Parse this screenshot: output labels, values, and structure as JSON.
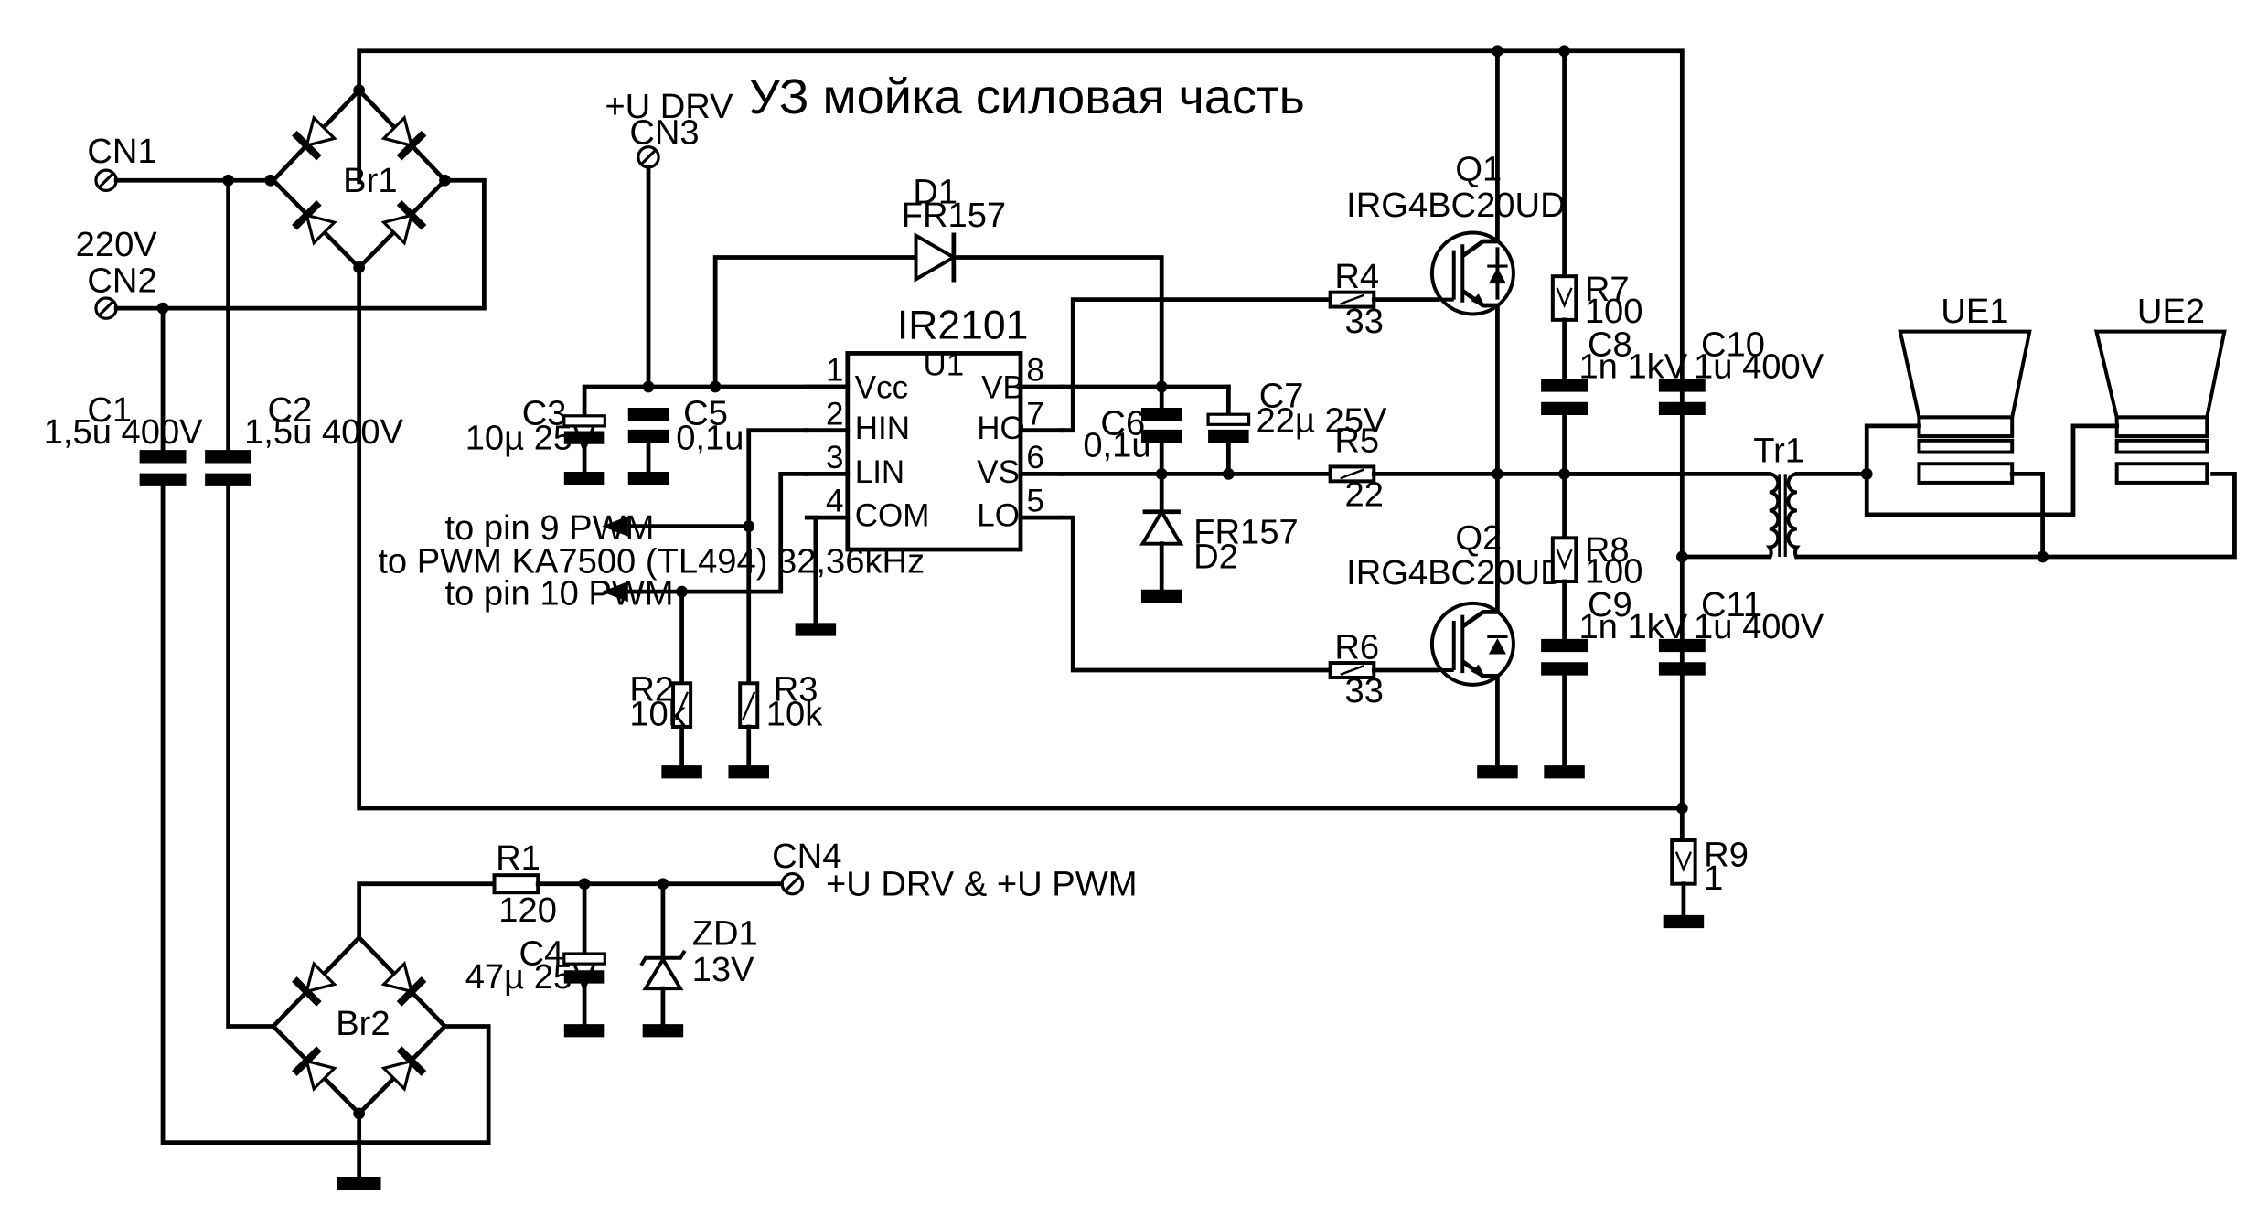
{
  "title": "УЗ мойка силовая часть",
  "connectors": {
    "cn1": "CN1",
    "cn2": "CN2",
    "mains": "220V",
    "cn3": "CN3",
    "cn3_net": "+U DRV",
    "cn4": "CN4",
    "cn4_net": "+U DRV & +U PWM"
  },
  "bridges": {
    "br1": "Br1",
    "br2": "Br2"
  },
  "capacitors": {
    "c1": {
      "ref": "C1",
      "value": "1,5u 400V"
    },
    "c2": {
      "ref": "C2",
      "value": "1,5u 400V"
    },
    "c3": {
      "ref": "C3",
      "value": "10µ 25V"
    },
    "c4": {
      "ref": "C4",
      "value": "47µ 25V"
    },
    "c5": {
      "ref": "C5",
      "value": "0,1u"
    },
    "c6": {
      "ref": "C6",
      "value": "0,1u"
    },
    "c7": {
      "ref": "C7",
      "value": "22µ 25V"
    },
    "c8": {
      "ref": "C8",
      "value": "1n 1kV"
    },
    "c9": {
      "ref": "C9",
      "value": "1n 1kV"
    },
    "c10": {
      "ref": "C10",
      "value": "1u 400V"
    },
    "c11": {
      "ref": "C11",
      "value": "1u 400V"
    }
  },
  "resistors": {
    "r1": {
      "ref": "R1",
      "value": "120"
    },
    "r2": {
      "ref": "R2",
      "value": "10k"
    },
    "r3": {
      "ref": "R3",
      "value": "10k"
    },
    "r4": {
      "ref": "R4",
      "value": "33"
    },
    "r5": {
      "ref": "R5",
      "value": "22"
    },
    "r6": {
      "ref": "R6",
      "value": "33"
    },
    "r7": {
      "ref": "R7",
      "value": "100"
    },
    "r8": {
      "ref": "R8",
      "value": "100"
    },
    "r9": {
      "ref": "R9",
      "value": "1"
    }
  },
  "diodes": {
    "d1": {
      "ref": "D1",
      "value": "FR157"
    },
    "d2": {
      "ref": "D2",
      "value": "FR157"
    },
    "zd1": {
      "ref": "ZD1",
      "value": "13V"
    }
  },
  "transistors": {
    "q1": {
      "ref": "Q1",
      "value": "IRG4BC20UD"
    },
    "q2": {
      "ref": "Q2",
      "value": "IRG4BC20UD"
    }
  },
  "ic": {
    "name": "IR2101",
    "ref": "U1",
    "pins": [
      {
        "num": "1",
        "name": "Vcc"
      },
      {
        "num": "2",
        "name": "HIN"
      },
      {
        "num": "3",
        "name": "LIN"
      },
      {
        "num": "4",
        "name": "COM"
      },
      {
        "num": "8",
        "name": "VB"
      },
      {
        "num": "7",
        "name": "HO"
      },
      {
        "num": "6",
        "name": "VS"
      },
      {
        "num": "5",
        "name": "LO"
      }
    ]
  },
  "pwm": {
    "pin9": "to pin 9  PWM",
    "controller": "to PWM KA7500 (TL494) 32,36kHz",
    "pin10": "to pin 10 PWM"
  },
  "transformer": "Tr1",
  "transducers": {
    "ue1": "UE1",
    "ue2": "UE2"
  }
}
